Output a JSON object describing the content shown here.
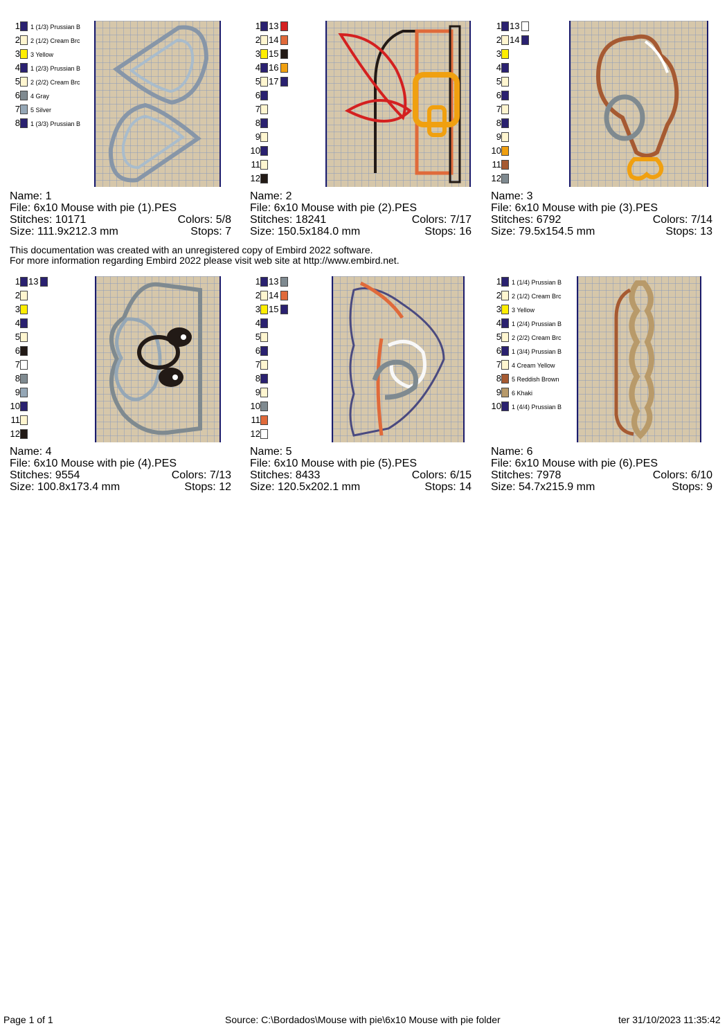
{
  "notice": {
    "line1": "This documentation was created with an unregistered copy of Embird 2022 software.",
    "line2": "For more information regarding Embird 2022 please visit web site at http://www.embird.net."
  },
  "footer": {
    "page": "Page 1 of 1",
    "source": "Source: C:\\Bordados\\Mouse with pie\\6x10 Mouse with pie folder",
    "datetime": "ter 31/10/2023 11:35:42"
  },
  "designs": [
    {
      "name": "Name: 1",
      "file": "File: 6x10 Mouse with pie (1).PES",
      "stitches": "Stitches: 10171",
      "colors": "Colors: 5/8",
      "size": "Size: 111.9x212.3 mm",
      "stops": "Stops: 7",
      "legend": [
        {
          "n": "1",
          "c": "#2a2170",
          "l": "1 (1/3) Prussian B"
        },
        {
          "n": "2",
          "c": "#fff6d0",
          "l": "2 (1/2) Cream Brc"
        },
        {
          "n": "3",
          "c": "#ffee00",
          "l": "3 Yellow"
        },
        {
          "n": "4",
          "c": "#2a2170",
          "l": "1 (2/3) Prussian B"
        },
        {
          "n": "5",
          "c": "#fff6d0",
          "l": "2 (2/2) Cream Brc"
        },
        {
          "n": "6",
          "c": "#7f8a90",
          "l": "4 Gray"
        },
        {
          "n": "7",
          "c": "#95a7b6",
          "l": "5 Silver"
        },
        {
          "n": "8",
          "c": "#2a2170",
          "l": "1 (3/3) Prussian B"
        }
      ]
    },
    {
      "name": "Name: 2",
      "file": "File: 6x10 Mouse with pie (2).PES",
      "stitches": "Stitches: 18241",
      "colors": "Colors: 7/17",
      "size": "Size: 150.5x184.0 mm",
      "stops": "Stops: 16",
      "legend": [
        {
          "n": "1",
          "c": "#2a2170",
          "n2": "13",
          "c2": "#d42020"
        },
        {
          "n": "2",
          "c": "#fff6d0",
          "n2": "14",
          "c2": "#e06a3a"
        },
        {
          "n": "3",
          "c": "#ffee00",
          "n2": "15",
          "c2": "#221a16"
        },
        {
          "n": "4",
          "c": "#2a2170",
          "n2": "16",
          "c2": "#f0a010"
        },
        {
          "n": "5",
          "c": "#fff6d0",
          "n2": "17",
          "c2": "#2a2170"
        },
        {
          "n": "6",
          "c": "#2a2170"
        },
        {
          "n": "7",
          "c": "#fff6d0"
        },
        {
          "n": "8",
          "c": "#2a2170"
        },
        {
          "n": "9",
          "c": "#fff6d0"
        },
        {
          "n": "10",
          "c": "#2a2170"
        },
        {
          "n": "11",
          "c": "#fff6d0"
        },
        {
          "n": "12",
          "c": "#221a16"
        }
      ]
    },
    {
      "name": "Name: 3",
      "file": "File: 6x10 Mouse with pie (3).PES",
      "stitches": "Stitches: 6792",
      "colors": "Colors: 7/14",
      "size": "Size: 79.5x154.5 mm",
      "stops": "Stops: 13",
      "legend": [
        {
          "n": "1",
          "c": "#2a2170",
          "n2": "13",
          "c2": "#ffffff"
        },
        {
          "n": "2",
          "c": "#fff6d0",
          "n2": "14",
          "c2": "#2a2170"
        },
        {
          "n": "3",
          "c": "#ffee00"
        },
        {
          "n": "4",
          "c": "#2a2170"
        },
        {
          "n": "5",
          "c": "#fff6d0"
        },
        {
          "n": "6",
          "c": "#2a2170"
        },
        {
          "n": "7",
          "c": "#fff6d0"
        },
        {
          "n": "8",
          "c": "#2a2170"
        },
        {
          "n": "9",
          "c": "#fff6d0"
        },
        {
          "n": "10",
          "c": "#f0a010"
        },
        {
          "n": "11",
          "c": "#a65a32"
        },
        {
          "n": "12",
          "c": "#7f8a90"
        }
      ]
    },
    {
      "name": "Name: 4",
      "file": "File: 6x10 Mouse with pie (4).PES",
      "stitches": "Stitches: 9554",
      "colors": "Colors: 7/13",
      "size": "Size: 100.8x173.4 mm",
      "stops": "Stops: 12",
      "legend": [
        {
          "n": "1",
          "c": "#2a2170",
          "n2": "13",
          "c2": "#2a2170"
        },
        {
          "n": "2",
          "c": "#fff6d0"
        },
        {
          "n": "3",
          "c": "#ffee00"
        },
        {
          "n": "4",
          "c": "#2a2170"
        },
        {
          "n": "5",
          "c": "#fff6d0"
        },
        {
          "n": "6",
          "c": "#221a16"
        },
        {
          "n": "7",
          "c": "#ffffff"
        },
        {
          "n": "8",
          "c": "#7f8a90"
        },
        {
          "n": "9",
          "c": "#95a7b6"
        },
        {
          "n": "10",
          "c": "#2a2170"
        },
        {
          "n": "11",
          "c": "#fff6d0"
        },
        {
          "n": "12",
          "c": "#221a16"
        }
      ]
    },
    {
      "name": "Name: 5",
      "file": "File: 6x10 Mouse with pie (5).PES",
      "stitches": "Stitches: 8433",
      "colors": "Colors: 6/15",
      "size": "Size: 120.5x202.1 mm",
      "stops": "Stops: 14",
      "legend": [
        {
          "n": "1",
          "c": "#2a2170",
          "n2": "13",
          "c2": "#7f8a90"
        },
        {
          "n": "2",
          "c": "#fff6d0",
          "n2": "14",
          "c2": "#e06a3a"
        },
        {
          "n": "3",
          "c": "#ffee00",
          "n2": "15",
          "c2": "#2a2170"
        },
        {
          "n": "4",
          "c": "#2a2170"
        },
        {
          "n": "5",
          "c": "#fff6d0"
        },
        {
          "n": "6",
          "c": "#2a2170"
        },
        {
          "n": "7",
          "c": "#fff6d0"
        },
        {
          "n": "8",
          "c": "#2a2170"
        },
        {
          "n": "9",
          "c": "#fff6d0"
        },
        {
          "n": "10",
          "c": "#7f8a90"
        },
        {
          "n": "11",
          "c": "#e06a3a"
        },
        {
          "n": "12",
          "c": "#ffffff"
        }
      ]
    },
    {
      "name": "Name: 6",
      "file": "File: 6x10 Mouse with pie (6).PES",
      "stitches": "Stitches: 7978",
      "colors": "Colors: 6/10",
      "size": "Size: 54.7x215.9 mm",
      "stops": "Stops: 9",
      "legend": [
        {
          "n": "1",
          "c": "#2a2170",
          "l": "1 (1/4) Prussian B"
        },
        {
          "n": "2",
          "c": "#fff6d0",
          "l": "2 (1/2) Cream Brc"
        },
        {
          "n": "3",
          "c": "#ffee00",
          "l": "3 Yellow"
        },
        {
          "n": "4",
          "c": "#2a2170",
          "l": "1 (2/4) Prussian B"
        },
        {
          "n": "5",
          "c": "#fff6d0",
          "l": "2 (2/2) Cream Brc"
        },
        {
          "n": "6",
          "c": "#2a2170",
          "l": "1 (3/4) Prussian B"
        },
        {
          "n": "7",
          "c": "#fff6d0",
          "l": "4 Cream Yellow"
        },
        {
          "n": "8",
          "c": "#a65a32",
          "l": "5 Reddish Brown"
        },
        {
          "n": "9",
          "c": "#b89a6a",
          "l": "6 Khaki"
        },
        {
          "n": "10",
          "c": "#2a2170",
          "l": "1 (4/4) Prussian B"
        }
      ]
    }
  ]
}
